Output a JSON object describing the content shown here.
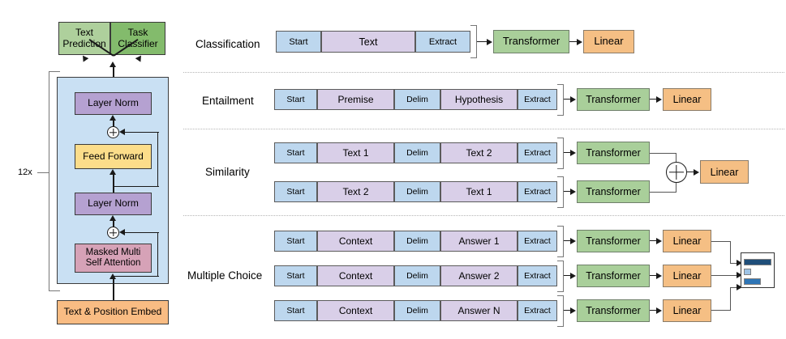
{
  "figure": {
    "title": "GPT input transformations and transformer architecture"
  },
  "left_panel": {
    "heads": [
      {
        "name": "text-prediction",
        "label": "Text\nPrediction",
        "color": "#aed09c"
      },
      {
        "name": "task-classifier",
        "label": "Task\nClassifier",
        "color": "#83bb6c"
      }
    ],
    "repeat_label": "12x",
    "blocks": [
      {
        "name": "layer-norm-top",
        "label": "Layer Norm",
        "color": "#b5a1d1"
      },
      {
        "name": "feed-forward",
        "label": "Feed Forward",
        "color": "#fcdd8a"
      },
      {
        "name": "layer-norm-bottom",
        "label": "Layer Norm",
        "color": "#b5a1d1"
      },
      {
        "name": "masked-multi-self-attention",
        "label": "Masked Multi\nSelf Attention",
        "color": "#d6a2b7"
      }
    ],
    "embed": {
      "name": "text-position-embed",
      "label": "Text & Position Embed",
      "color": "#f9bc83"
    },
    "residual_symbol": "+",
    "container_color": "#c9e0f3"
  },
  "colors": {
    "token_start": "#bdd7ee",
    "token_delim": "#bdd7ee",
    "token_extract": "#bdd7ee",
    "token_text": "#d9cfe8",
    "transformer": "#a9cf9a",
    "linear": "#f5bf84",
    "bar_dark": "#1f4e79",
    "bar_light": "#9dc3e6"
  },
  "right_panel": {
    "transformer_label": "Transformer",
    "linear_label": "Linear",
    "merge_symbol": "+",
    "tasks": [
      {
        "name": "classification",
        "label": "Classification",
        "rows": [
          {
            "tokens": [
              {
                "text": "Start",
                "kind": "blue",
                "w": 56
              },
              {
                "text": "Text",
                "kind": "purple",
                "w": 116
              },
              {
                "text": "Extract",
                "kind": "blue",
                "w": 68
              }
            ]
          }
        ],
        "has_merge": false,
        "has_histogram": false
      },
      {
        "name": "entailment",
        "label": "Entailment",
        "rows": [
          {
            "tokens": [
              {
                "text": "Start",
                "kind": "blue",
                "w": 53
              },
              {
                "text": "Premise",
                "kind": "purple",
                "w": 95
              },
              {
                "text": "Delim",
                "kind": "blue",
                "w": 57
              },
              {
                "text": "Hypothesis",
                "kind": "purple",
                "w": 95
              },
              {
                "text": "Extract",
                "kind": "blue",
                "w": 49
              }
            ]
          }
        ],
        "has_merge": false,
        "has_histogram": false
      },
      {
        "name": "similarity",
        "label": "Similarity",
        "rows": [
          {
            "tokens": [
              {
                "text": "Start",
                "kind": "blue",
                "w": 53
              },
              {
                "text": "Text 1",
                "kind": "purple",
                "w": 95
              },
              {
                "text": "Delim",
                "kind": "blue",
                "w": 57
              },
              {
                "text": "Text 2",
                "kind": "purple",
                "w": 95
              },
              {
                "text": "Extract",
                "kind": "blue",
                "w": 49
              }
            ]
          },
          {
            "tokens": [
              {
                "text": "Start",
                "kind": "blue",
                "w": 53
              },
              {
                "text": "Text 2",
                "kind": "purple",
                "w": 95
              },
              {
                "text": "Delim",
                "kind": "blue",
                "w": 57
              },
              {
                "text": "Text 1",
                "kind": "purple",
                "w": 95
              },
              {
                "text": "Extract",
                "kind": "blue",
                "w": 49
              }
            ]
          }
        ],
        "has_merge": true,
        "has_histogram": false
      },
      {
        "name": "multiple-choice",
        "label": "Multiple Choice",
        "rows": [
          {
            "tokens": [
              {
                "text": "Start",
                "kind": "blue",
                "w": 53
              },
              {
                "text": "Context",
                "kind": "purple",
                "w": 95
              },
              {
                "text": "Delim",
                "kind": "blue",
                "w": 57
              },
              {
                "text": "Answer 1",
                "kind": "purple",
                "w": 95
              },
              {
                "text": "Extract",
                "kind": "blue",
                "w": 49
              }
            ]
          },
          {
            "tokens": [
              {
                "text": "Start",
                "kind": "blue",
                "w": 53
              },
              {
                "text": "Context",
                "kind": "purple",
                "w": 95
              },
              {
                "text": "Delim",
                "kind": "blue",
                "w": 57
              },
              {
                "text": "Answer 2",
                "kind": "purple",
                "w": 95
              },
              {
                "text": "Extract",
                "kind": "blue",
                "w": 49
              }
            ]
          },
          {
            "tokens": [
              {
                "text": "Start",
                "kind": "blue",
                "w": 53
              },
              {
                "text": "Context",
                "kind": "purple",
                "w": 95
              },
              {
                "text": "Delim",
                "kind": "blue",
                "w": 57
              },
              {
                "text": "Answer N",
                "kind": "purple",
                "w": 95
              },
              {
                "text": "Extract",
                "kind": "blue",
                "w": 49
              }
            ]
          }
        ],
        "has_merge": false,
        "has_histogram": true,
        "histogram_bars": [
          {
            "name": "bar-answer-1",
            "len": 34,
            "shade": "dark"
          },
          {
            "name": "bar-answer-2",
            "len": 9,
            "shade": "mid"
          },
          {
            "name": "bar-answer-n",
            "len": 21,
            "shade": "lo"
          }
        ]
      }
    ]
  }
}
